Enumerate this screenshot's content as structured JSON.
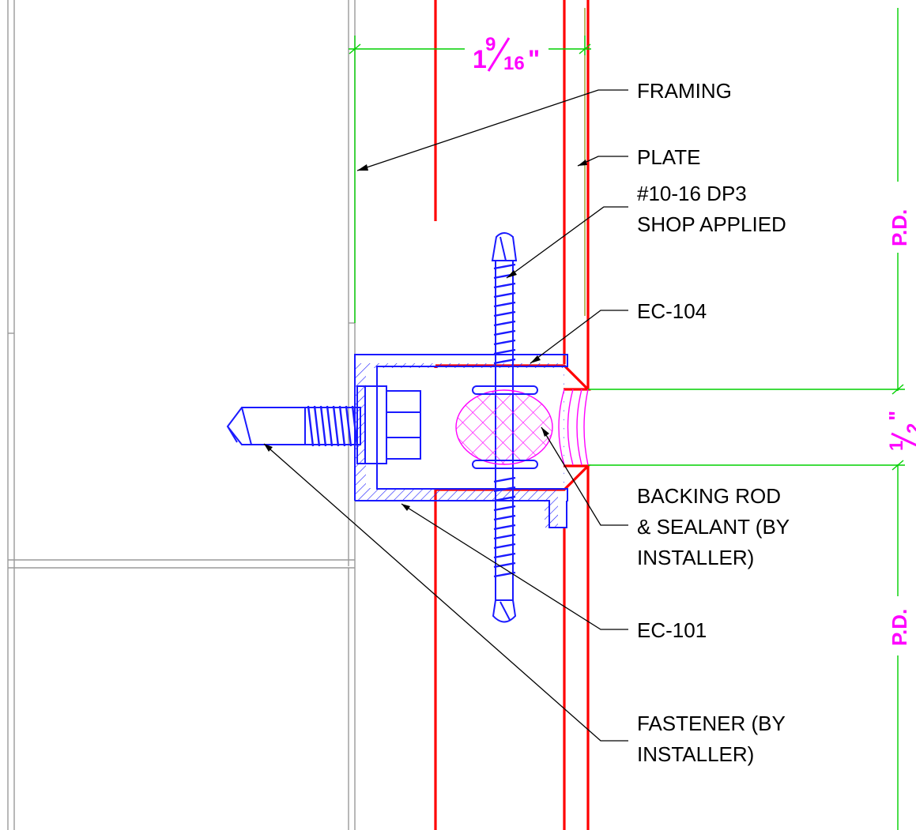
{
  "dimensions": {
    "top_whole": "1",
    "top_num": "9",
    "top_den": "16",
    "top_unit": "\"",
    "joint_num": "1",
    "joint_den": "2",
    "joint_unit": "\"",
    "pd_upper": "P.D.",
    "pd_lower": "P.D."
  },
  "callouts": {
    "framing": "FRAMING",
    "plate": "PLATE",
    "screw_line1": "#10-16 DP3",
    "screw_line2": "SHOP APPLIED",
    "ec104": "EC-104",
    "backing_line1": "BACKING ROD",
    "backing_line2": "& SEALANT (BY",
    "backing_line3": "INSTALLER)",
    "ec101": "EC-101",
    "fastener_line1": "FASTENER (BY",
    "fastener_line2": "INSTALLER)"
  },
  "colors": {
    "framing": "#9a9a9a",
    "panel": "#ff0000",
    "extrusion": "#1a1aff",
    "dimension": "#00d000",
    "dimension_text": "#ff00ff",
    "sealant": "#ff00ff"
  }
}
